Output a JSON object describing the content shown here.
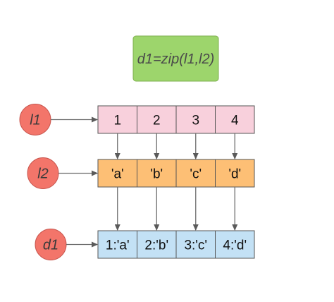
{
  "title": "d1=zip(l1,l2)",
  "rows": [
    {
      "name": "l1",
      "cells": [
        "1",
        "2",
        "3",
        "4"
      ]
    },
    {
      "name": "l2",
      "cells": [
        "'a'",
        "'b'",
        "'c'",
        "'d'"
      ]
    },
    {
      "name": "d1",
      "cells": [
        "1:'a'",
        "2:'b'",
        "3:'c'",
        "4:'d'"
      ]
    }
  ],
  "colors": {
    "title_fill": "#9dd56c",
    "title_stroke": "#7fb04f",
    "circle_fill": "#f3756a",
    "circle_stroke": "#c8564e",
    "row_fills": [
      "#f8d0dc",
      "#fdbf75",
      "#c3e1f5"
    ],
    "cell_stroke": "#555555"
  }
}
